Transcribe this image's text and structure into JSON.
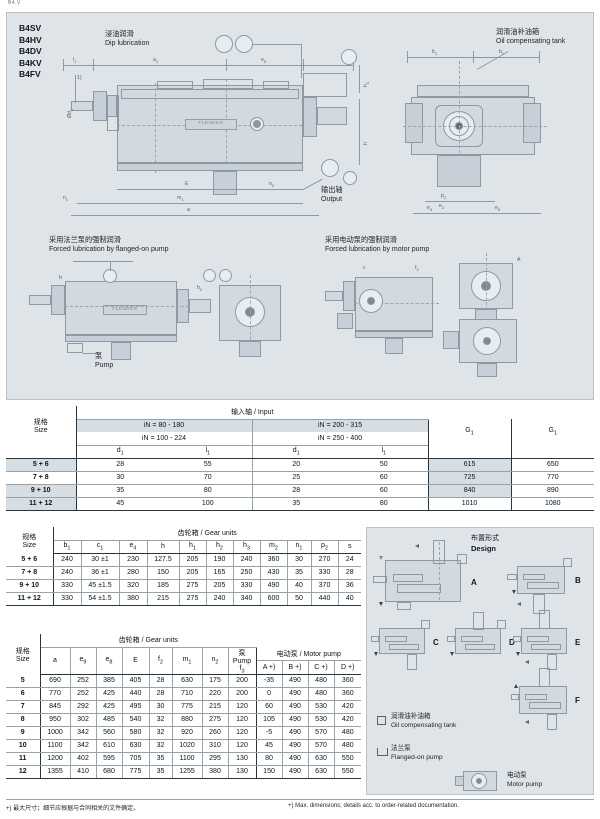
{
  "page": {
    "header_code": "B4.V",
    "models": [
      "B4SV",
      "B4HV",
      "B4DV",
      "B4KV",
      "B4FV"
    ]
  },
  "captions": {
    "dip_zh": "浸油润滑",
    "dip_en": "Dip lubrication",
    "tank_zh": "润滑油补油箱",
    "tank_en": "Oil compensating tank",
    "flanged_zh": "采用法兰泵的强制润滑",
    "flanged_en": "Forced lubrication by flanged-on pump",
    "motor_zh": "采用电动泵的强制润滑",
    "motor_en": "Forced lubrication by motor pump",
    "output_zh": "输出轴",
    "output_en": "Output",
    "pump_zh": "泵",
    "pump_en": "Pump"
  },
  "dimension_labels": {
    "l1": "l1",
    "a1": "a1",
    "e5": "e5",
    "h1": "h1",
    "h": "h",
    "d1": "Ød1",
    "E": "E",
    "n2": "n2",
    "n1": "n1",
    "m1": "m1",
    "a": "a",
    "b1": "b1",
    "p2": "p2",
    "e2": "e2",
    "e4": "e4",
    "h2": "h2",
    "h3": "h3",
    "c1": "c1",
    "s": "Øs",
    "f2": "f2",
    "e9": "e9",
    "e8": "e8",
    "f3": "f3",
    "m2": "m2",
    "b": "b"
  },
  "table_input": {
    "title_zh": "输入轴",
    "title_en": "Input",
    "size_zh": "规格",
    "size_en": "Size",
    "group1_line1": "iN  =  80 - 180",
    "group1_line2": "iN  =  100 - 224",
    "group2_line1": "iN  =  200 - 315",
    "group2_line2": "iN  =  250 - 400",
    "columns": [
      "d1",
      "l1",
      "d1",
      "l1",
      "G1",
      "G1"
    ],
    "rows": [
      {
        "size": "5  +   6",
        "values": [
          "28",
          "55",
          "20",
          "50",
          "615",
          "650"
        ]
      },
      {
        "size": "7  +   8",
        "values": [
          "30",
          "70",
          "25",
          "60",
          "725",
          "770"
        ]
      },
      {
        "size": "9  +  10",
        "values": [
          "35",
          "80",
          "28",
          "60",
          "840",
          "890"
        ]
      },
      {
        "size": "11  +  12",
        "values": [
          "45",
          "100",
          "35",
          "80",
          "1010",
          "1080"
        ]
      }
    ]
  },
  "table_gear1": {
    "title_zh": "齿轮箱",
    "title_en": "Gear units",
    "size_zh": "规格",
    "size_en": "Size",
    "columns": [
      "b1",
      "c1",
      "e4",
      "h",
      "h1",
      "h2",
      "h3",
      "m2",
      "n1",
      "p2",
      "s"
    ],
    "rows": [
      {
        "size": "5 +   6",
        "values": [
          "240",
          "30 ±1",
          "230",
          "127.5",
          "205",
          "190",
          "240",
          "360",
          "30",
          "270",
          "24"
        ]
      },
      {
        "size": "7 +   8",
        "values": [
          "240",
          "36 ±1",
          "280",
          "150",
          "205",
          "165",
          "250",
          "430",
          "35",
          "330",
          "28"
        ]
      },
      {
        "size": "9 +  10",
        "values": [
          "330",
          "45 ±1.5",
          "320",
          "185",
          "275",
          "205",
          "330",
          "490",
          "40",
          "370",
          "36"
        ]
      },
      {
        "size": "11 + 12",
        "values": [
          "330",
          "54 ±1.5",
          "380",
          "215",
          "275",
          "240",
          "340",
          "600",
          "50",
          "440",
          "40"
        ]
      }
    ]
  },
  "table_gear2": {
    "title_zh": "齿轮箱",
    "title_en": "Gear units",
    "size_zh": "规格",
    "size_en": "Size",
    "motorpump_zh": "电动泵",
    "motorpump_en": "Motor pump",
    "pump_zh": "泵",
    "pump_en": "Pump",
    "pump_sub": "f3",
    "columns": [
      "a",
      "e9",
      "e8",
      "E",
      "f2",
      "m1",
      "n2"
    ],
    "motor_columns": [
      "A +)",
      "B +)",
      "C +)",
      "D +)"
    ],
    "rows": [
      {
        "size": "5",
        "values": [
          "690",
          "252",
          "385",
          "405",
          "28",
          "630",
          "175"
        ],
        "pump": "200",
        "motor": [
          "-35",
          "490",
          "480",
          "360"
        ]
      },
      {
        "size": "6",
        "values": [
          "770",
          "252",
          "425",
          "440",
          "28",
          "710",
          "220"
        ],
        "pump": "200",
        "motor": [
          "0",
          "490",
          "480",
          "360"
        ]
      },
      {
        "size": "7",
        "values": [
          "845",
          "292",
          "425",
          "495",
          "30",
          "775",
          "215"
        ],
        "pump": "120",
        "motor": [
          "60",
          "490",
          "530",
          "420"
        ]
      },
      {
        "size": "8",
        "values": [
          "950",
          "302",
          "485",
          "540",
          "32",
          "880",
          "275"
        ],
        "pump": "120",
        "motor": [
          "105",
          "490",
          "530",
          "420"
        ]
      },
      {
        "size": "9",
        "values": [
          "1000",
          "342",
          "560",
          "580",
          "32",
          "920",
          "260"
        ],
        "pump": "120",
        "motor": [
          "-5",
          "490",
          "570",
          "480"
        ]
      },
      {
        "size": "10",
        "values": [
          "1100",
          "342",
          "610",
          "630",
          "32",
          "1020",
          "310"
        ],
        "pump": "120",
        "motor": [
          "45",
          "490",
          "570",
          "480"
        ]
      },
      {
        "size": "11",
        "values": [
          "1200",
          "402",
          "595",
          "705",
          "35",
          "1100",
          "295"
        ],
        "pump": "130",
        "motor": [
          "80",
          "490",
          "630",
          "550"
        ]
      },
      {
        "size": "12",
        "values": [
          "1355",
          "410",
          "680",
          "775",
          "35",
          "1255",
          "380"
        ],
        "pump": "130",
        "motor": [
          "150",
          "490",
          "630",
          "550"
        ]
      }
    ]
  },
  "design": {
    "title_zh": "布置形式",
    "title_en": "Design",
    "variants": [
      "A",
      "B",
      "C",
      "D",
      "E",
      "F"
    ],
    "legend": [
      {
        "zh": "润滑油补油箱",
        "en": "Oil compensating tank"
      },
      {
        "zh": "法兰泵",
        "en": "Flanged-on pump"
      },
      {
        "zh": "电动泵",
        "en": "Motor pump"
      }
    ]
  },
  "footnotes": {
    "zh": "+) 最大尺寸；细节应根据与合同相关的文件确定。",
    "en": "+) Max. dimensions; details acc. to order-related documentation."
  }
}
